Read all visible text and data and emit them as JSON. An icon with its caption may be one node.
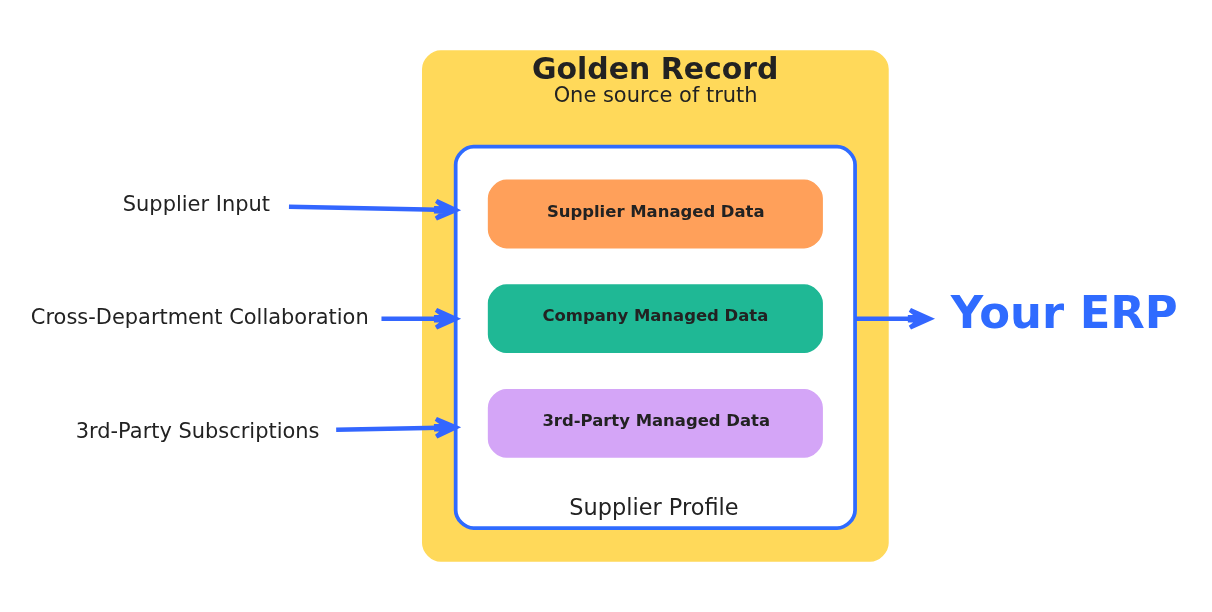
{
  "diagram": {
    "nodes": [
      {
        "text": [
          "Supplier Input"
        ]
      },
      {
        "text": [
          "Cross-Department Collaboration"
        ]
      },
      {
        "text": [
          "3rd-Party Subscriptions"
        ]
      },
      {
        "text": [
          "Golden Record",
          "One source of truth"
        ]
      },
      {
        "text": [
          "Supplier Profile"
        ],
        "in": 3
      },
      {
        "text": [
          "Supplier Managed Data"
        ],
        "in": 4
      },
      {
        "text": [
          "Company Managed Data"
        ],
        "in": 4
      },
      {
        "text": [
          "3rd-Party Managed Data"
        ],
        "in": 4
      },
      {
        "text": [
          "Your ERP"
        ]
      }
    ],
    "edges": [
      {
        "from": 0,
        "to": 4,
        "arrow": "to"
      },
      {
        "from": 1,
        "to": 4,
        "arrow": "to"
      },
      {
        "from": 2,
        "to": 4,
        "arrow": "to"
      },
      {
        "from": 4,
        "to": 8,
        "arrow": "to"
      }
    ]
  }
}
